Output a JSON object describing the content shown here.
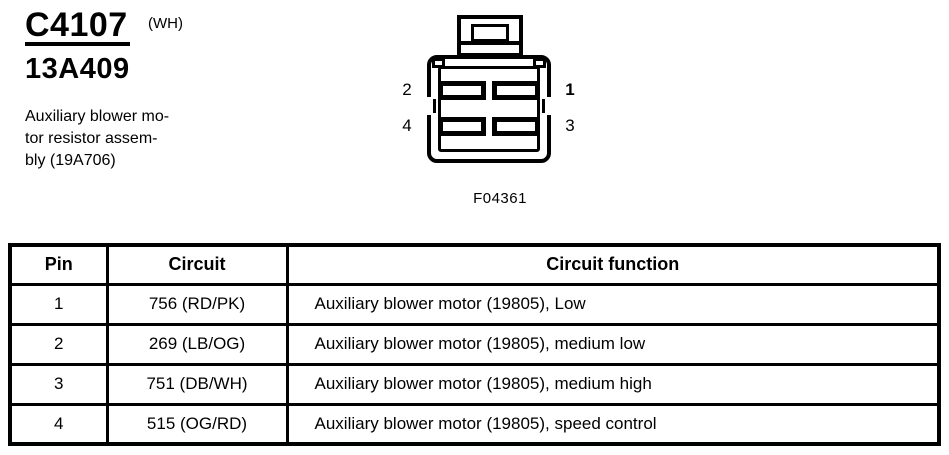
{
  "page": {
    "background": "#ffffff",
    "ink": "#000000"
  },
  "header": {
    "connector_id": "C4107",
    "connector_color_code": "(WH)",
    "circuit_number": "13A409",
    "description": "Auxiliary blower mo-\ntor resistor assem-\nbly (19A706)"
  },
  "connector_diagram": {
    "figure_label": "F04361",
    "pin_labels": {
      "top_left": "2",
      "top_right": "1",
      "bottom_left": "4",
      "bottom_right": "3"
    }
  },
  "pin_table": {
    "headers": [
      "Pin",
      "Circuit",
      "Circuit function"
    ],
    "rows": [
      {
        "pin": "1",
        "circuit": "756 (RD/PK)",
        "function": "Auxiliary blower motor (19805), Low"
      },
      {
        "pin": "2",
        "circuit": "269 (LB/OG)",
        "function": "Auxiliary blower motor (19805), medium low"
      },
      {
        "pin": "3",
        "circuit": "751 (DB/WH)",
        "function": "Auxiliary blower motor (19805), medium high"
      },
      {
        "pin": "4",
        "circuit": "515 (OG/RD)",
        "function": "Auxiliary blower motor (19805), speed control"
      }
    ]
  }
}
